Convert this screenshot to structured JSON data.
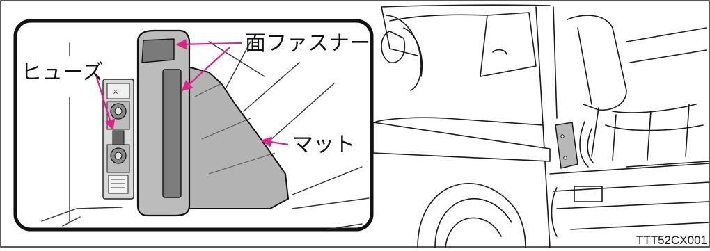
{
  "labels": {
    "fuse": "ヒューズ",
    "hook_and_loop": "面ファスナー",
    "mat": "マット"
  },
  "figure_code": "TTT52CX001",
  "colors": {
    "arrow": "#e0218a",
    "mat_fill": "#b8b8b8",
    "mat_dark": "#8a8a8a",
    "line": "#1a1a1a",
    "inset_border": "#111111"
  }
}
